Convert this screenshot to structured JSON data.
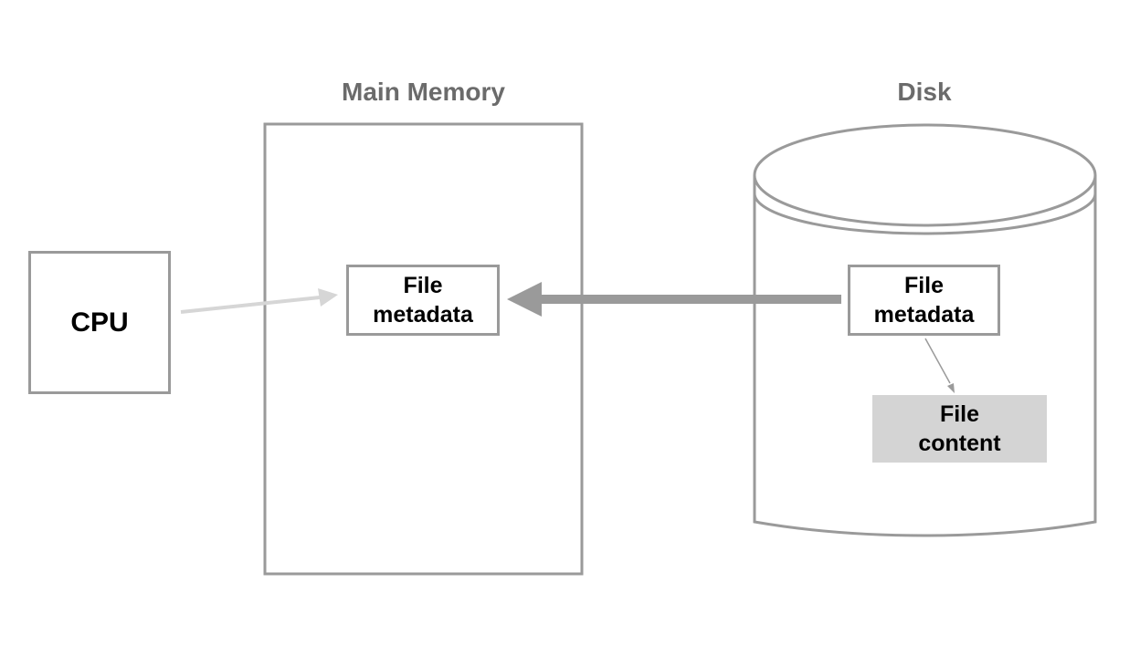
{
  "headings": {
    "main_memory": "Main Memory",
    "disk": "Disk"
  },
  "nodes": {
    "cpu": "CPU",
    "memory_metadata": "File\nmetadata",
    "disk_metadata": "File\nmetadata",
    "file_content": "File\ncontent"
  },
  "colors": {
    "outline": "#9a9a9a",
    "light_arrow": "#d6d6d6",
    "heavy_arrow": "#9a9a9a",
    "heading_text": "#6b6b6b",
    "content_fill": "#d4d4d4"
  }
}
